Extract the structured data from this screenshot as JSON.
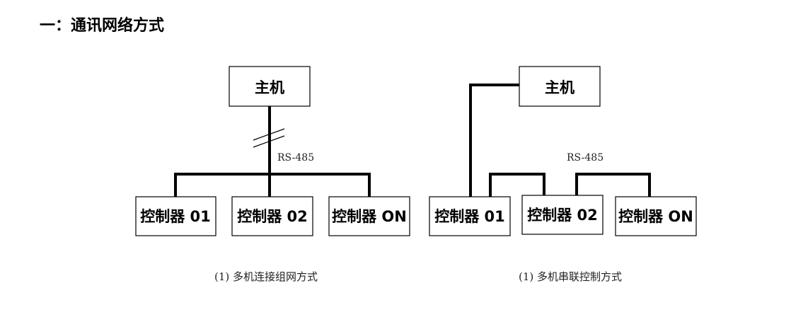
{
  "heading": "一：通讯网络方式",
  "diagram1": {
    "host": "主机",
    "bus_label": "RS-485",
    "controllers": [
      "控制器 01",
      "控制器 02",
      "控制器 ON"
    ],
    "caption": "(1) 多机连接组网方式"
  },
  "diagram2": {
    "host": "主机",
    "bus_label": "RS-485",
    "controllers": [
      "控制器 01",
      "控制器 02",
      "控制器 ON"
    ],
    "caption": "(1) 多机串联控制方式"
  }
}
